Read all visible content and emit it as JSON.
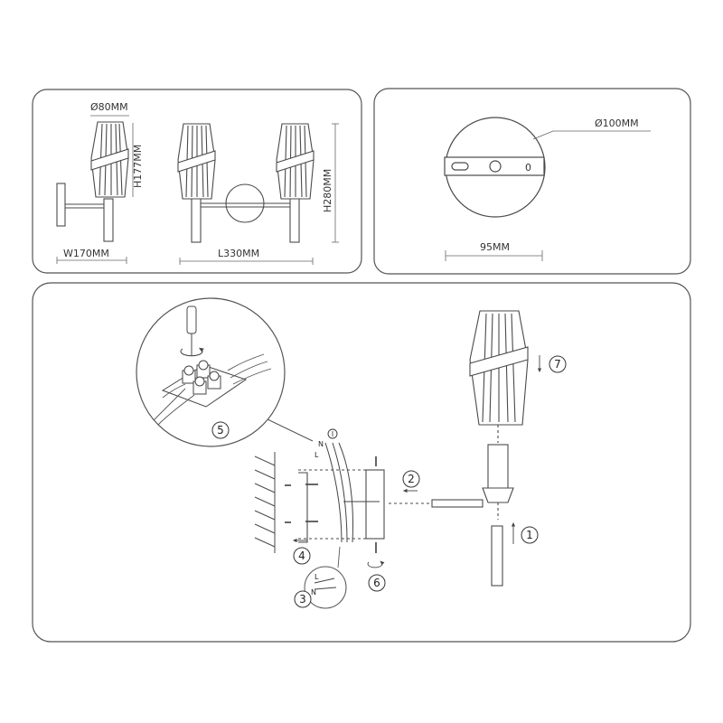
{
  "dimensions": {
    "shade_diameter": "Ø80MM",
    "shade_height": "H177MM",
    "wall_depth": "W170MM",
    "total_length": "L330MM",
    "total_height": "H280MM",
    "base_diameter": "Ø100MM",
    "mount_spacing": "95MM"
  },
  "mounting_plate": {
    "hole_mark": "0"
  },
  "wiring": {
    "neutral": "N",
    "live": "L"
  },
  "steps": [
    "1",
    "2",
    "3",
    "4",
    "5",
    "6",
    "7"
  ],
  "colors": {
    "line": "#4a4a4a",
    "panel_border": "#555555",
    "shade_fill": "#ffffff"
  }
}
